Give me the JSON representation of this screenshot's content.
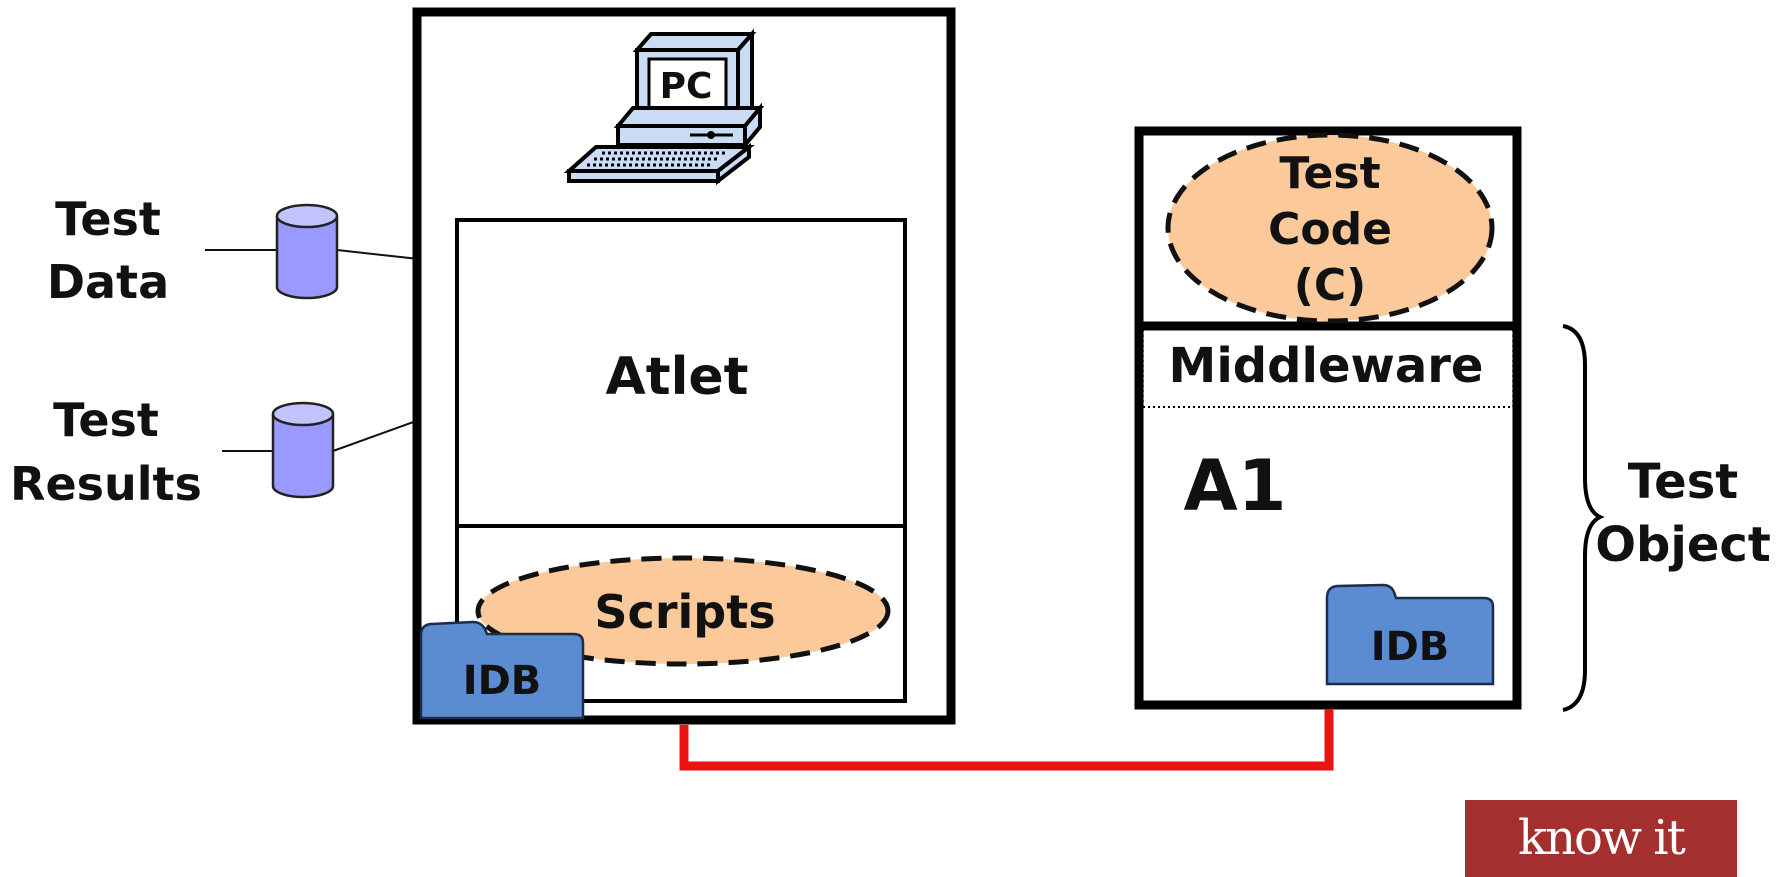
{
  "left": {
    "test_data": [
      "Test",
      "Data"
    ],
    "test_results": [
      "Test",
      "Results"
    ]
  },
  "pc_box": {
    "pc_label": "PC",
    "atlet_label": "Atlet",
    "scripts_label": "Scripts",
    "idb_label": "IDB"
  },
  "target_box": {
    "test_code": [
      "Test",
      "Code",
      "(C)"
    ],
    "middleware_label": "Middleware",
    "a1_label": "A1",
    "idb_label": "IDB"
  },
  "test_object": [
    "Test",
    "Object"
  ],
  "logo": {
    "text": "know it"
  },
  "colors": {
    "db_fill": "#9999ff",
    "db_top": "#c3c3ff",
    "ellipse_fill": "#fbc99a",
    "folder_fill": "#5b8bd0",
    "connection": "#ee1111",
    "logo_bg": "#a3302f",
    "pc_screen": "#c9dcf4"
  },
  "icons": [
    "computer-icon",
    "database-icon",
    "folder-icon"
  ]
}
